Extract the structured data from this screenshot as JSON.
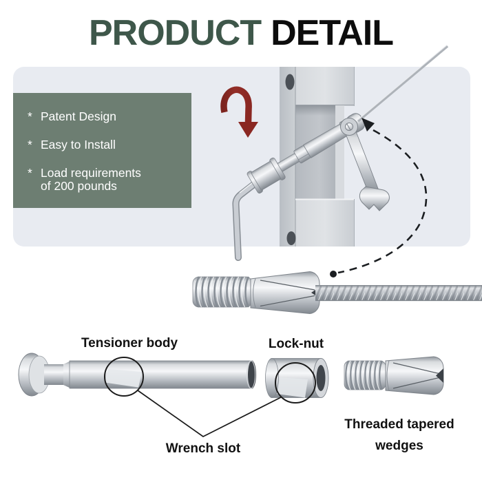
{
  "title": {
    "word1": "PRODUCT",
    "word2": "DETAIL"
  },
  "features": {
    "items": [
      {
        "bullet": "*",
        "text": "Patent Design"
      },
      {
        "bullet": "*",
        "text": "Easy to Install"
      },
      {
        "bullet": "*",
        "text": "Load requirements of 200 pounds"
      }
    ]
  },
  "part_labels": {
    "tensioner_body": "Tensioner body",
    "lock_nut": "Lock-nut",
    "wrench_slot": "Wrench slot",
    "threaded_wedges": "Threaded tapered wedges"
  },
  "colors": {
    "title_accent": "#3e574a",
    "title_dark": "#0d0d0d",
    "features_bg": "#6d7e72",
    "features_text": "#ffffff",
    "panel_bg": "#e8ebf1",
    "rotation_arrow_red": "#8a2722",
    "callout_black": "#1b1b1b",
    "metal_light": "#f6f7f9",
    "metal_dark": "#82888f"
  },
  "icons": {
    "rotation_arrow": "curved-rotate-down-arrow",
    "install_pointer": "dashed-curve-arrow",
    "magnifier": "callout-circle"
  }
}
